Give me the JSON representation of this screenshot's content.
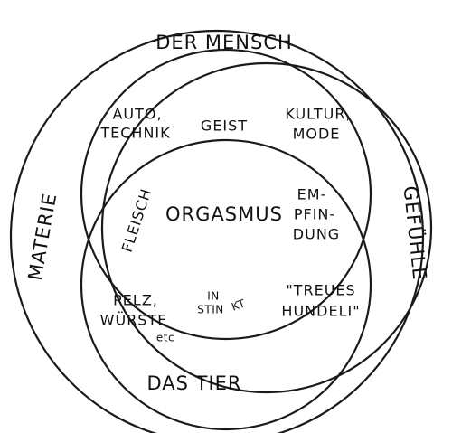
{
  "diagram": {
    "circles": {
      "der_mensch": "DER MENSCH",
      "materie": "MATERIE",
      "gefuehle": "GEFÜHLE",
      "das_tier": "DAS TIER"
    },
    "regions": {
      "auto_technik": [
        "AUTO,",
        "TECHNIK"
      ],
      "geist": "GEIST",
      "kultur_mode": [
        "KULTUR,",
        "MODE"
      ],
      "fleisch": "FLEISCH",
      "center": "ORGASMUS",
      "empfindung": [
        "EM-",
        "PFIN-",
        "DUNG"
      ],
      "pelz_wuerste": [
        "PELZ,",
        "WÜRSTE"
      ],
      "etc": "etc",
      "instinkt": [
        "IN",
        "STIN",
        "KT"
      ],
      "treues_hundeli": [
        "\"TREUES",
        "HUNDELI\""
      ]
    },
    "stroke_color": "#1a1a1a",
    "ink_color": "#111111"
  }
}
